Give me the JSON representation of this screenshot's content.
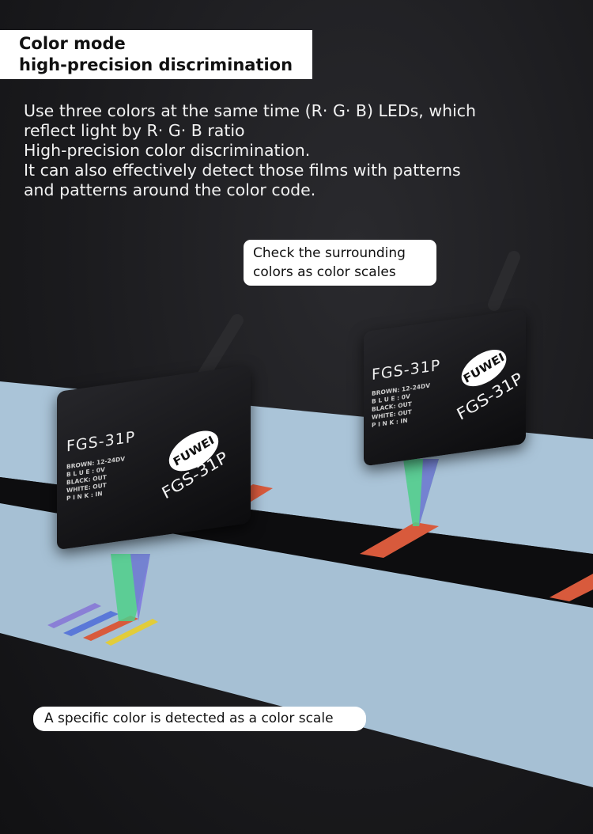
{
  "header": {
    "title_line1": "Color mode",
    "title_line2": "high-precision discrimination"
  },
  "description": [
    "Use three colors at the same time (R· G· B) LEDs, which",
    "reflect light by R· G· B ratio",
    "High-precision color discrimination.",
    "It can also effectively detect those films with patterns",
    "and patterns around the color code."
  ],
  "callouts": {
    "surrounding_line1": "Check the surrounding",
    "surrounding_line2": "colors as color scales",
    "specific": "A specific color is detected as a color scale"
  },
  "sensor": {
    "model": "FGS-31P",
    "brand": "FUWEI",
    "wiring": [
      "BROWN: 12-24DV",
      "B L U E : 0V",
      "BLACK: OUT",
      "WHITE: OUT",
      "P I N K : IN"
    ]
  },
  "colors": {
    "belt": "#a9c3d6",
    "mark": "#d85a3c",
    "background": "#1b1b1e"
  }
}
